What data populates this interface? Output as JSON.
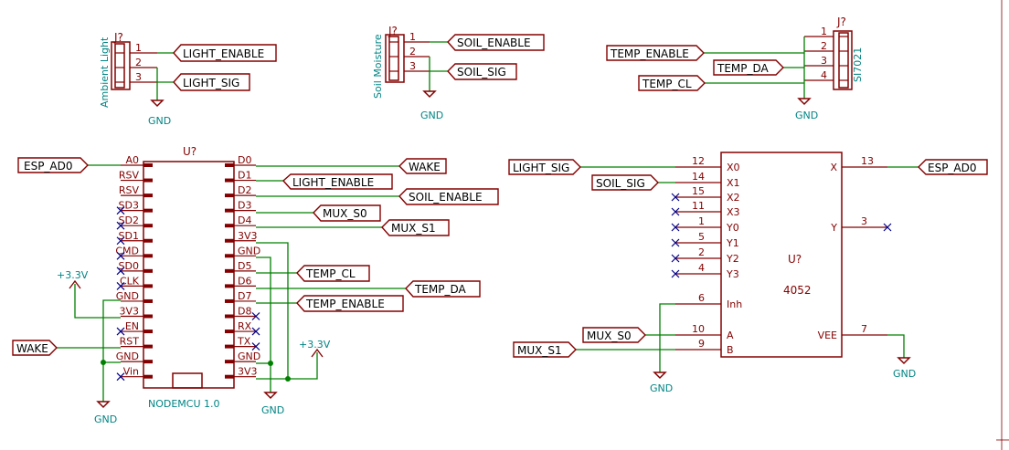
{
  "ambient": {
    "ref": "J?",
    "value": "Ambient Light",
    "pins": [
      "1",
      "2",
      "3"
    ],
    "net1": "LIGHT_ENABLE",
    "net3": "LIGHT_SIG",
    "gnd": "GND"
  },
  "soil": {
    "ref": "J?",
    "value": "Soil Moisture",
    "pins": [
      "1",
      "2",
      "3"
    ],
    "net1": "SOIL_ENABLE",
    "net3": "SOIL_SIG",
    "gnd": "GND"
  },
  "si": {
    "ref": "J?",
    "value": "SI7021",
    "pins": [
      "1",
      "2",
      "3",
      "4"
    ],
    "net2": "TEMP_ENABLE",
    "net3": "TEMP_DA",
    "net4": "TEMP_CL",
    "gnd": "GND"
  },
  "nodemcu": {
    "ref": "U?",
    "value": "NODEMCU 1.0",
    "left_pins": [
      "A0",
      "RSV",
      "RSV",
      "SD3",
      "SD2",
      "SD1",
      "CMD",
      "SD0",
      "CLK",
      "GND",
      "3V3",
      "EN",
      "RST",
      "GND",
      "Vin"
    ],
    "right_pins": [
      "D0",
      "D1",
      "D2",
      "D3",
      "D4",
      "3V3",
      "GND",
      "D5",
      "D6",
      "D7",
      "D8",
      "RX",
      "TX",
      "GND",
      "3V3"
    ],
    "net_a0": "ESP_AD0",
    "net_rst": "WAKE",
    "net_d0": "WAKE",
    "net_d1": "LIGHT_ENABLE",
    "net_d2": "SOIL_ENABLE",
    "net_d3": "MUX_S0",
    "net_d4": "MUX_S1",
    "net_d5": "TEMP_CL",
    "net_d6": "TEMP_DA",
    "net_d7": "TEMP_ENABLE",
    "pwr_left": "+3.3V",
    "pwr_right": "+3.3V",
    "gnd_left": "GND",
    "gnd_right": "GND"
  },
  "mux": {
    "ref": "U?",
    "value": "4052",
    "left_pins": [
      {
        "name": "X0",
        "num": "12"
      },
      {
        "name": "X1",
        "num": "14"
      },
      {
        "name": "X2",
        "num": "15"
      },
      {
        "name": "X3",
        "num": "11"
      },
      {
        "name": "Y0",
        "num": "1"
      },
      {
        "name": "Y1",
        "num": "5"
      },
      {
        "name": "Y2",
        "num": "2"
      },
      {
        "name": "Y3",
        "num": "4"
      },
      {
        "name": "Inh",
        "num": "6"
      },
      {
        "name": "A",
        "num": "10"
      },
      {
        "name": "B",
        "num": "9"
      }
    ],
    "right_pins": [
      {
        "name": "X",
        "num": "13"
      },
      {
        "name": "Y",
        "num": "3"
      },
      {
        "name": "VEE",
        "num": "7"
      }
    ],
    "net_x0": "LIGHT_SIG",
    "net_x1": "SOIL_SIG",
    "net_a": "MUX_S0",
    "net_b": "MUX_S1",
    "net_x": "ESP_AD0",
    "gnd_inh": "GND",
    "gnd_vee": "GND"
  }
}
